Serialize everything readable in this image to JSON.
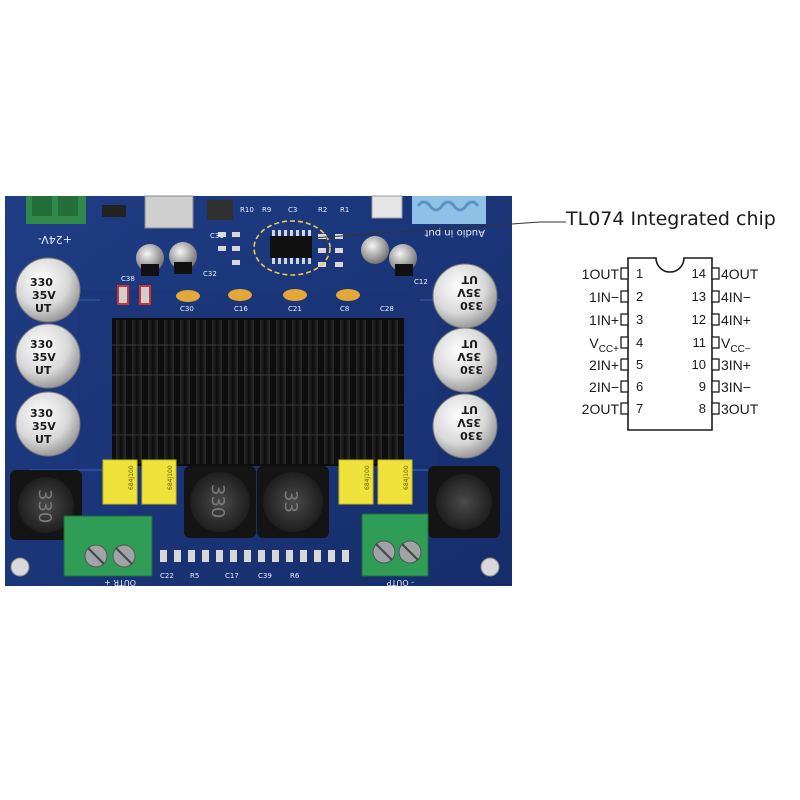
{
  "callout": {
    "label": "TL074 Integrated chip"
  },
  "board": {
    "power_label": "+24V-",
    "audio_label": "Audio in put",
    "out_left": "OUTR +",
    "out_right": "- OUTP",
    "cap_text": [
      "330",
      "35V",
      "UT"
    ],
    "inductor_left": "330",
    "inductor_mid": "33",
    "film_cap_text": "684J100",
    "pcb_labels": [
      "C38",
      "C32",
      "C30",
      "C28",
      "C21",
      "C8",
      "C16",
      "C12",
      "C31",
      "C3",
      "R10",
      "R2",
      "R1",
      "R9",
      "C22",
      "R5",
      "C17",
      "C39",
      "R6"
    ]
  },
  "pinout": {
    "left": [
      {
        "num": "1",
        "label": "1OUT"
      },
      {
        "num": "2",
        "label": "1IN−"
      },
      {
        "num": "3",
        "label": "1IN+"
      },
      {
        "num": "4",
        "label": "V",
        "sub": "CC+"
      },
      {
        "num": "5",
        "label": "2IN+"
      },
      {
        "num": "6",
        "label": "2IN−"
      },
      {
        "num": "7",
        "label": "2OUT"
      }
    ],
    "right": [
      {
        "num": "14",
        "label": "4OUT"
      },
      {
        "num": "13",
        "label": "4IN−"
      },
      {
        "num": "12",
        "label": "4IN+"
      },
      {
        "num": "11",
        "label": "V",
        "sub": "CC−"
      },
      {
        "num": "10",
        "label": "3IN+"
      },
      {
        "num": "9",
        "label": "3IN−"
      },
      {
        "num": "8",
        "label": "3OUT"
      }
    ]
  }
}
